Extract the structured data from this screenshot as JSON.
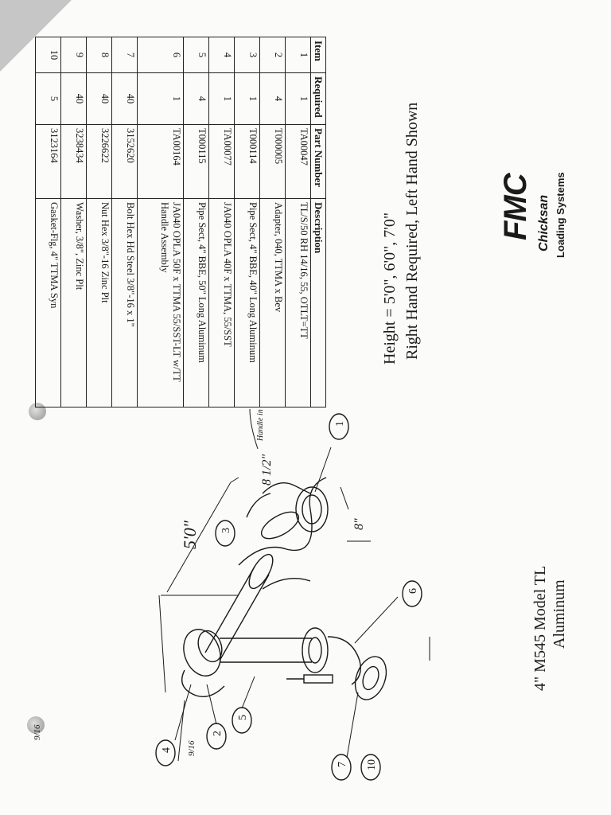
{
  "table": {
    "headers": [
      "Item",
      "Required",
      "Part Number",
      "Description"
    ],
    "rows": [
      {
        "item": "1",
        "required": "1",
        "part": "TA00047",
        "desc": "TL/S/50 RH 14/16, 55, OTLT=TT"
      },
      {
        "item": "2",
        "required": "4",
        "part": "T000005",
        "desc": "Adapter, 040, TTMA x Bev"
      },
      {
        "item": "3",
        "required": "1",
        "part": "T000114",
        "desc": "Pipe Sect, 4\" BBE, 40\" Long Aluminum"
      },
      {
        "item": "4",
        "required": "1",
        "part": "TA00077",
        "desc": "JA040 OPLA 40F x TTMA, 55/SST"
      },
      {
        "item": "5",
        "required": "4",
        "part": "T000115",
        "desc": "Pipe Sect, 4\" BBE, 50\" Long Aluminum"
      },
      {
        "item": "6",
        "required": "1",
        "part": "TA00164",
        "desc": "JA040 OPLA 50F x TTMA 55/SST-LT w/TT Handle Assembly"
      },
      {
        "item": "7",
        "required": "40",
        "part": "3152620",
        "desc": "Bolt Hex Hd Steel 3/8\"-16 x 1\""
      },
      {
        "item": "8",
        "required": "40",
        "part": "3226622",
        "desc": "Nut Hex 3/8\"-16 Zinc Plt"
      },
      {
        "item": "9",
        "required": "40",
        "part": "3238434",
        "desc": "Washer, 3/8\", Zinc Plt"
      },
      {
        "item": "10",
        "required": "5",
        "part": "3123164",
        "desc": "Gasket-Flg, 4\" TTMA Syn"
      }
    ]
  },
  "spec": {
    "height": "Height = 5'0\", 6'0\", 7'0\"",
    "hand": "Right Hand Required, Left Hand Shown"
  },
  "logo": {
    "brand": "FMC",
    "sub": "Chicksan",
    "tagline": "Loading Systems"
  },
  "title": {
    "line1": "4\" M545 Model TL",
    "line2": "Aluminum"
  },
  "drawing": {
    "callouts": [
      "1",
      "2",
      "3",
      "4",
      "5",
      "6",
      "7",
      "10"
    ],
    "dims": {
      "height": "5'0\"",
      "reach": "8 1/2\"",
      "offset": "8\"",
      "fraction": "9/16"
    },
    "handwritten_note": "Handle in"
  }
}
